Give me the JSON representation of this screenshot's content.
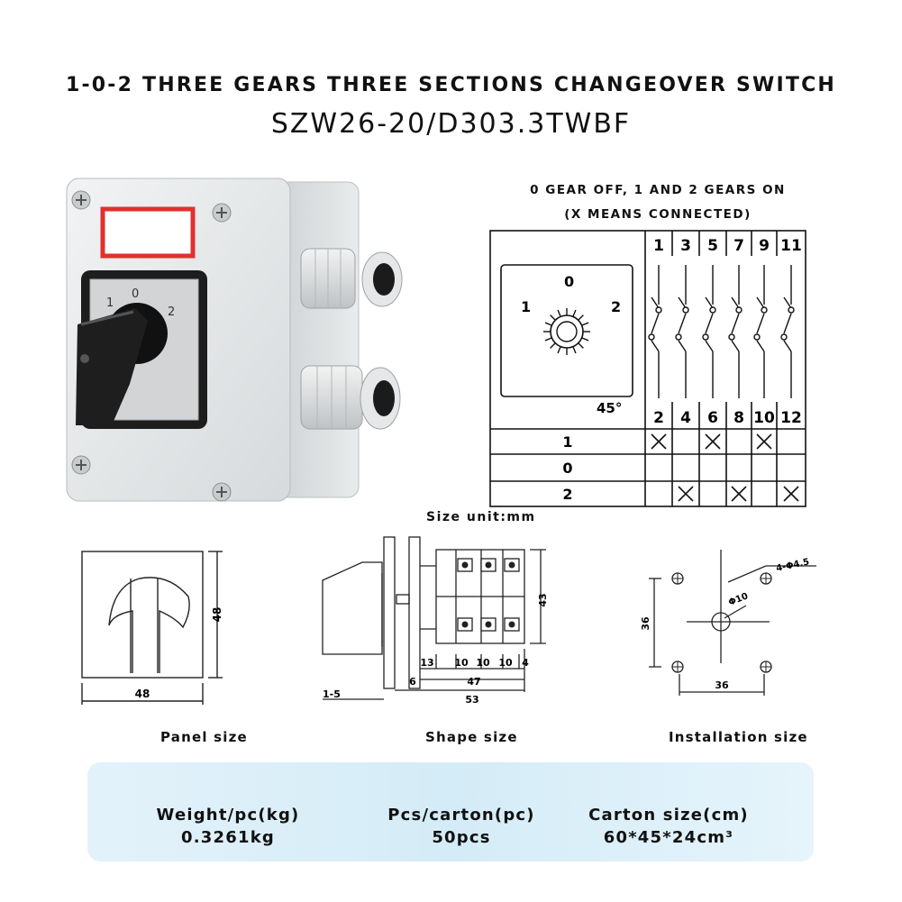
{
  "header": {
    "title": "1-0-2 THREE GEARS THREE SECTIONS CHANGEOVER SWITCH",
    "model": "SZW26-20/D303.3TWBF"
  },
  "switch_photo": {
    "dial_marks": [
      "1",
      "0",
      "2"
    ]
  },
  "wiring_diagram": {
    "caption_line1": "0 GEAR OFF, 1 AND 2 GEARS ON",
    "caption_line2": "(X MEANS CONNECTED)",
    "dial_labels": {
      "left": "1",
      "top": "0",
      "right": "2",
      "angle": "45°"
    },
    "top_terminals": [
      "1",
      "3",
      "5",
      "7",
      "9",
      "11"
    ],
    "bottom_terminals": [
      "2",
      "4",
      "6",
      "8",
      "10",
      "12"
    ],
    "rows": [
      {
        "position": "1",
        "marks": [
          "X",
          "",
          "X",
          "",
          "X",
          ""
        ]
      },
      {
        "position": "0",
        "marks": [
          "",
          "",
          "",
          "",
          "",
          ""
        ]
      },
      {
        "position": "2",
        "marks": [
          "",
          "X",
          "",
          "X",
          "",
          "X"
        ]
      }
    ]
  },
  "size_unit": "Size unit:mm",
  "panel": {
    "caption": "Panel size",
    "dim_height": "48",
    "dim_width": "48"
  },
  "shape": {
    "caption": "Shape size",
    "dims": [
      "13",
      "10",
      "10",
      "10",
      "4"
    ],
    "dim_6": "6",
    "dim_47": "47",
    "dim_53": "53",
    "dim_15": "1-5",
    "dim_43": "43"
  },
  "installation": {
    "caption": "Installation size",
    "hole_label": "4-Φ4.5",
    "center_label": "Φ10",
    "dim_vertical": "36",
    "dim_horizontal": "36"
  },
  "specs": [
    {
      "label": "Weight/pc(kg)",
      "value": "0.3261kg"
    },
    {
      "label": "Pcs/carton(pc)",
      "value": "50pcs"
    },
    {
      "label": "Carton size(cm)",
      "value": "60*45*24cm³"
    }
  ]
}
